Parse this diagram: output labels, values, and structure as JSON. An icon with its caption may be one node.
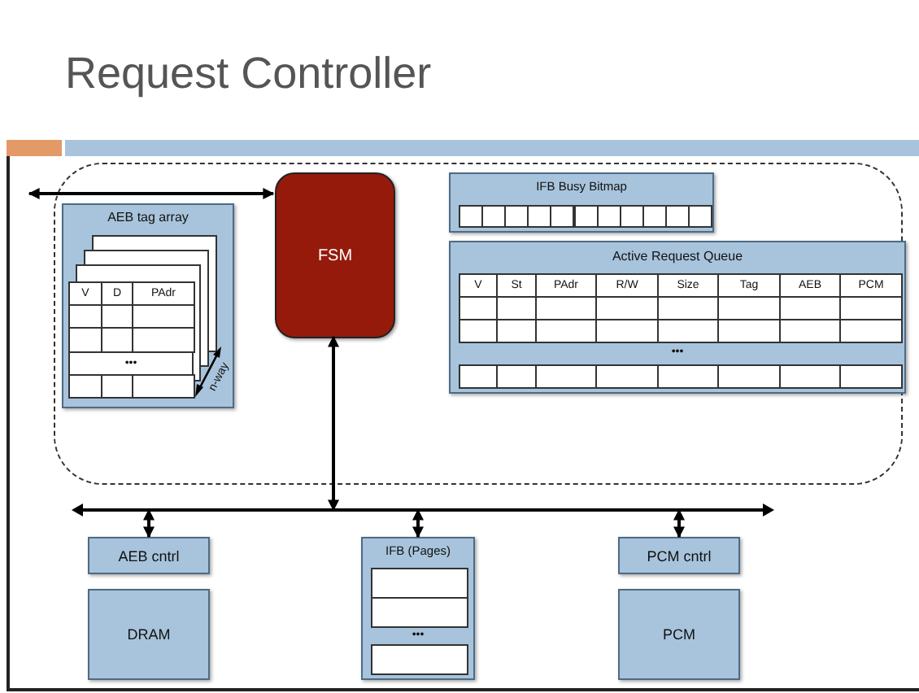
{
  "diagram": {
    "title": "Request Controller",
    "nodes": [
      {
        "text": [],
        "shape": "box"
      },
      {
        "text": [
          "AEB tag array"
        ],
        "in": 0
      },
      {
        "text": [
          "FSM"
        ],
        "in": 0
      },
      {
        "text": [
          "IFB Busy Bitmap"
        ],
        "in": 0
      },
      {
        "text": [
          "Active Request Queue"
        ],
        "in": 0
      },
      {
        "text": [],
        "shape": "bar"
      },
      {
        "text": [
          "AEB cntrl"
        ]
      },
      {
        "text": [
          "IFB (Pages)"
        ]
      },
      {
        "text": [
          "PCM cntrl"
        ]
      },
      {
        "text": [
          "DRAM"
        ]
      },
      {
        "text": [
          "PCM"
        ]
      }
    ],
    "edges": [
      {
        "from": null,
        "to": 2,
        "arrow": "both"
      },
      {
        "from": 2,
        "to": 5,
        "arrow": "both"
      },
      {
        "from": 5,
        "to": 6,
        "arrow": "both"
      },
      {
        "from": 5,
        "to": 7,
        "arrow": "both"
      },
      {
        "from": 5,
        "to": 8,
        "arrow": "both"
      }
    ],
    "labels": [
      "V",
      "D",
      "PAdr",
      "•••",
      "n-way",
      "V",
      "St",
      "PAdr",
      "R/W",
      "Size",
      "Tag",
      "AEB",
      "PCM",
      "•••",
      "•••"
    ]
  }
}
